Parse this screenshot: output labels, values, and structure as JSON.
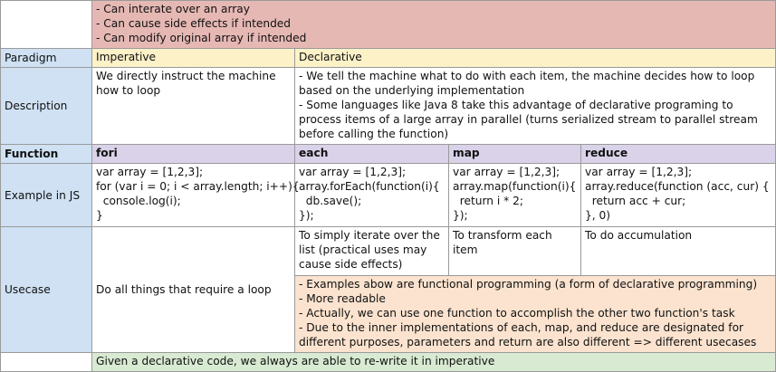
{
  "top_row": {
    "lines": [
      "- Can interate over an array",
      "- Can cause side effects if intended",
      "- Can modify original array if intended"
    ]
  },
  "paradigm": {
    "label": "Paradigm",
    "imperative": "Imperative",
    "declarative": "Declarative"
  },
  "description": {
    "label": "Description",
    "imperative": "We directly instruct the machine how to loop",
    "declarative_lines": [
      "- We tell the machine what to do with each item, the machine decides how to loop based on the underlying implementation",
      "- Some languages like Java 8 take this advantage of declarative programing to process items of a large array in parallel (turns serialized stream to parallel stream before calling the function)"
    ]
  },
  "function": {
    "label": "Function",
    "fori": "fori",
    "each": "each",
    "map": "map",
    "reduce": "reduce"
  },
  "example": {
    "label": "Example in JS",
    "fori": [
      "var array = [1,2,3];",
      "for (var i = 0; i < array.length; i++){",
      "  console.log(i);",
      "}"
    ],
    "each": [
      "var array = [1,2,3];",
      "array.forEach(function(i){",
      "  db.save();",
      "});"
    ],
    "map": [
      "var array = [1,2,3];",
      "array.map(function(i){",
      "  return i * 2;",
      "});"
    ],
    "reduce": [
      "var array = [1,2,3];",
      "array.reduce(function (acc, cur) {",
      "  return acc + cur;",
      "}, 0)"
    ]
  },
  "usecase": {
    "label": "Usecase",
    "fori": "Do all things that require a loop",
    "each": "To simply iterate over the list (practical uses may cause side effects)",
    "map": "To transform each item",
    "reduce": "To do accumulation",
    "notes": [
      "- Examples abow are functional programming (a form of declarative programming)",
      "- More readable",
      "- Actually, we can use one function to accomplish the other two function's task",
      "- Due to the inner implementations of each, map, and reduce are designated for different purposes, parameters and return are also different => different usecases"
    ]
  },
  "footer": {
    "text": "Given a declarative code, we always are able to re-write it in imperative"
  }
}
